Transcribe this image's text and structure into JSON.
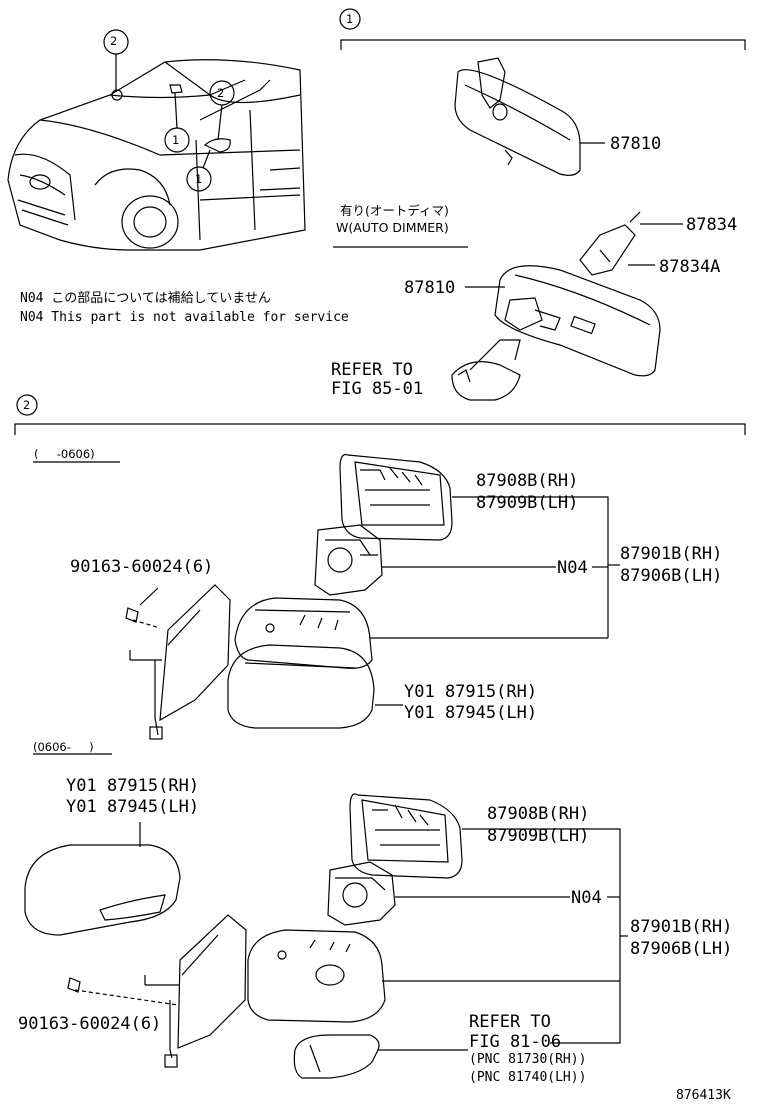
{
  "diagram_id": "876413K",
  "section_markers": {
    "one": "1",
    "two": "2"
  },
  "car_callouts": [
    "2",
    "2",
    "1",
    "1"
  ],
  "notes": {
    "jp": "N04 この部品については補給していません",
    "en": "N04 This part is not available for service"
  },
  "section1": {
    "mirror_std": "87810",
    "auto_dimmer_jp": "有り(オートディマ)",
    "auto_dimmer_en": "W(AUTO DIMMER)",
    "mirror_auto": "87810",
    "cover": "87834",
    "cover_a": "87834A",
    "refer_line1": "REFER TO",
    "refer_line2": "FIG 85-01"
  },
  "section2a": {
    "period": "(     -0606)",
    "glass_rh": "87908B(RH)",
    "glass_lh": "87909B(LH)",
    "n04": "N04",
    "assy_rh": "87901B(RH)",
    "assy_lh": "87906B(LH)",
    "screw": "90163-60024(6)",
    "cover_rh": "Y01 87915(RH)",
    "cover_lh": "Y01 87945(LH)"
  },
  "section2b": {
    "period": "(0606-     )",
    "cover_rh": "Y01 87915(RH)",
    "cover_lh": "Y01 87945(LH)",
    "glass_rh": "87908B(RH)",
    "glass_lh": "87909B(LH)",
    "n04": "N04",
    "assy_rh": "87901B(RH)",
    "assy_lh": "87906B(LH)",
    "screw": "90163-60024(6)",
    "refer_line1": "REFER TO",
    "refer_line2": "FIG 81-06",
    "pnc_rh": "(PNC 81730(RH))",
    "pnc_lh": "(PNC 81740(LH))"
  }
}
